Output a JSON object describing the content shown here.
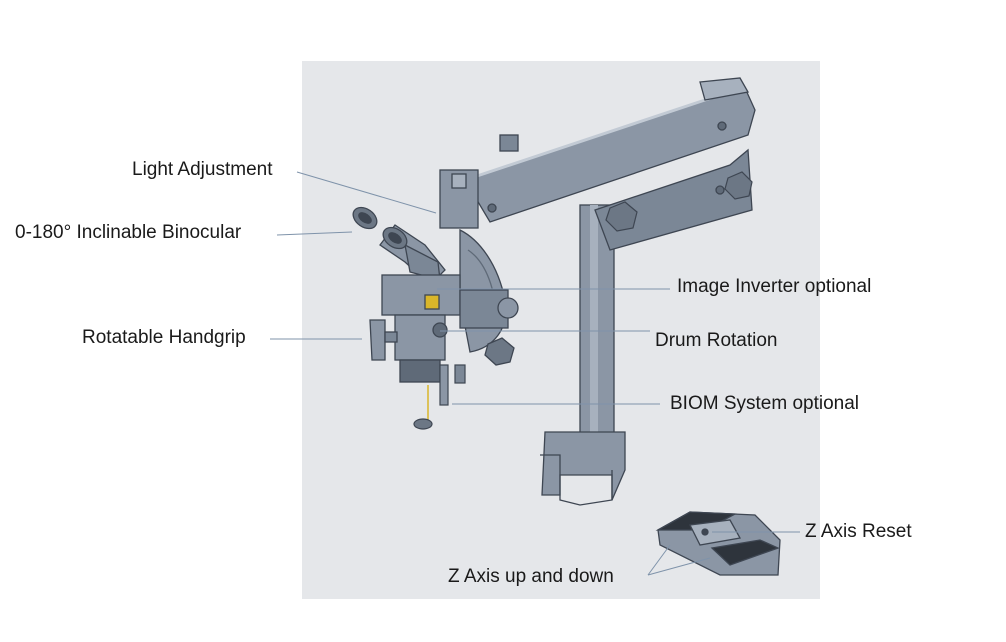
{
  "colors": {
    "panel_bg": "#e5e7ea",
    "metal": "#8b96a5",
    "metal_dark": "#5f6a78",
    "metal_light": "#a7b1be",
    "leader": "#7f93aa",
    "label_text": "#1a1a1a",
    "accent_yellow": "#d9b62a"
  },
  "callouts": {
    "light_adjustment": "Light Adjustment",
    "binocular": "0-180°  Inclinable Binocular",
    "handgrip": "Rotatable Handgrip",
    "image_inverter": "Image Inverter optional",
    "drum_rotation": "Drum Rotation",
    "biom": "BIOM System optional",
    "z_axis_reset": "Z Axis Reset",
    "z_axis_updown": "Z Axis up and down"
  },
  "icons": {
    "device": "surgical-microscope-illustration",
    "pedal": "foot-switch-illustration"
  }
}
